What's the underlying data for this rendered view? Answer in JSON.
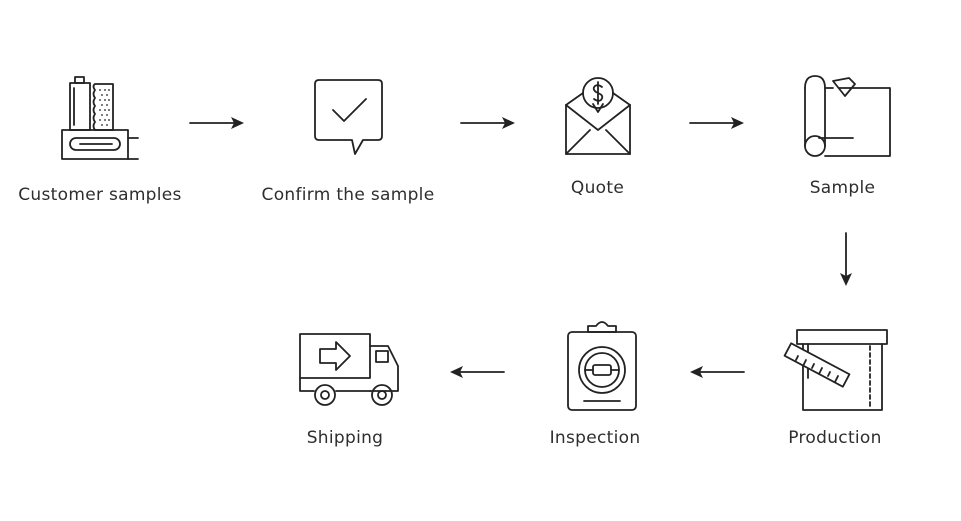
{
  "steps": [
    {
      "label": "Customer samples",
      "icon": "fabric-sample-icon"
    },
    {
      "label": "Confirm the sample",
      "icon": "chat-checkmark-icon"
    },
    {
      "label": "Quote",
      "icon": "envelope-dollar-icon"
    },
    {
      "label": "Sample",
      "icon": "rolled-paper-pattern-icon"
    },
    {
      "label": "Production",
      "icon": "fabric-ruler-icon"
    },
    {
      "label": "Inspection",
      "icon": "clipboard-inspection-icon"
    },
    {
      "label": "Shipping",
      "icon": "delivery-truck-icon"
    }
  ],
  "colors": {
    "stroke": "#222222",
    "text": "#2e2e2e",
    "background": "#ffffff"
  }
}
